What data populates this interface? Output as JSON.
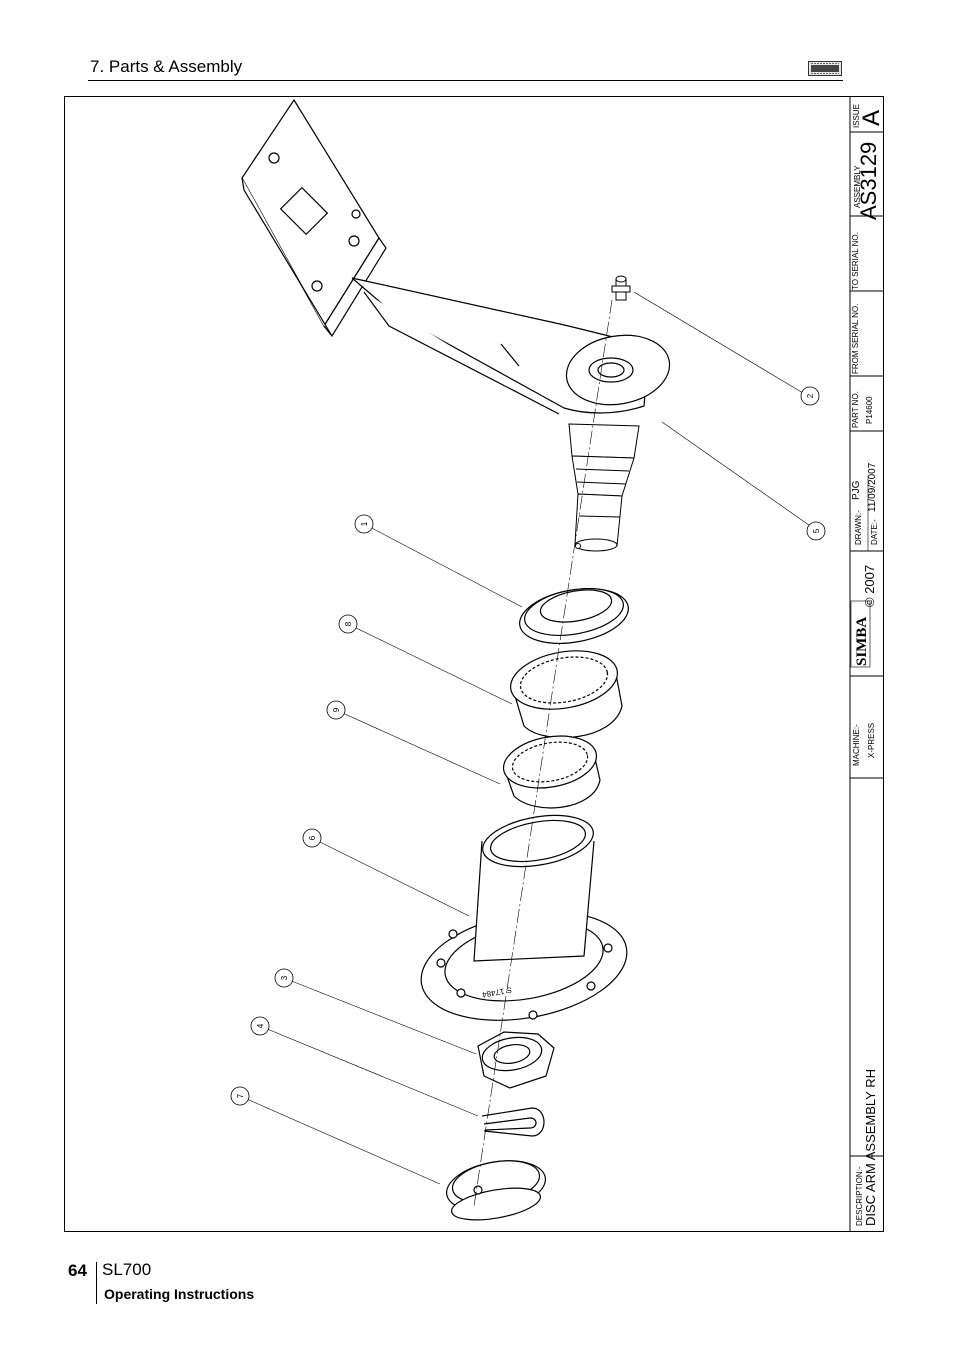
{
  "header": {
    "title": "7. Parts & Assembly",
    "logo_icon": "simba-logo-icon"
  },
  "title_block": {
    "issue_label": "ISSUE",
    "issue_value": "A",
    "assembly_label": "ASSEMBLY",
    "assembly_value": "AS3129",
    "to_serial_label": "TO SERIAL NO.",
    "from_serial_label": "FROM SERIAL NO.",
    "part_no_label": "PART NO.",
    "part_no_value": "P14600",
    "drawn_label": "DRAWN:-",
    "drawn_value": "PJG",
    "date_label": "DATE:-",
    "date_value": "11/09/2007",
    "brand": "SIMBA",
    "copyright": "© 2007",
    "machine_label": "MACHINE:-",
    "machine_value": "X-PRESS",
    "description_label": "DESCRIPTION:-",
    "description_value": "DISC ARM ASSEMBLY RH"
  },
  "callouts": [
    "1",
    "2",
    "3",
    "4",
    "5",
    "6",
    "7",
    "8",
    "9"
  ],
  "hub_text": "S 17484",
  "footer": {
    "page_number": "64",
    "model": "SL700",
    "manual": "Operating Instructions"
  }
}
